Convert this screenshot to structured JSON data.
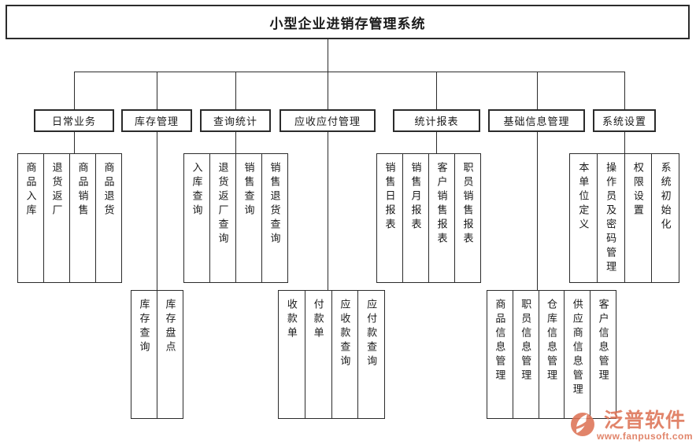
{
  "title": "小型企业进销存管理系统",
  "branches": [
    {
      "label": "日常业务",
      "children": [
        "商品入库",
        "退货返厂",
        "商品销售",
        "商品退货"
      ]
    },
    {
      "label": "库存管理",
      "children": [
        "库存查询",
        "库存盘点"
      ]
    },
    {
      "label": "查询统计",
      "children": [
        "入库查询",
        "退货返厂查询",
        "销售查询",
        "销售退货查询"
      ]
    },
    {
      "label": "应收应付管理",
      "children": [
        "收款单",
        "付款单",
        "应收款查询",
        "应付款查询"
      ]
    },
    {
      "label": "统计报表",
      "children": [
        "销售日报表",
        "销售月报表",
        "客户销售报表",
        "职员销售报表"
      ]
    },
    {
      "label": "基础信息管理",
      "children": [
        "商品信息管理",
        "职员信息管理",
        "仓库信息管理",
        "供应商信息管理",
        "客户信息管理"
      ]
    },
    {
      "label": "系统设置",
      "children": [
        "本单位定义",
        "操作员及密码管理",
        "权限设置",
        "系统初始化"
      ]
    }
  ],
  "watermark": {
    "logo_text": "泛普软件",
    "website": "www.fanpusoft.com",
    "color": "#de7456"
  }
}
